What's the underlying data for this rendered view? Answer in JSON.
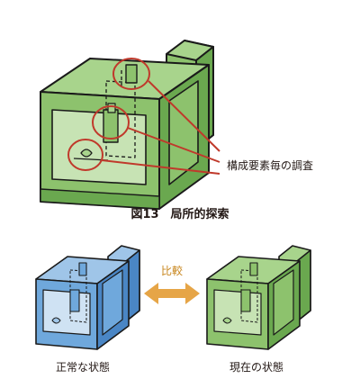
{
  "figure": {
    "caption": "図13　局所的探索",
    "top_diagram": {
      "callout_label": "構成要素毎の調査"
    },
    "bottom_diagram": {
      "compare_label": "比較",
      "left_label": "正常な状態",
      "right_label": "現在の状態"
    }
  },
  "colors": {
    "machine_green": "#8dc26d",
    "machine_green_dark": "#6aa84f",
    "machine_blue": "#6fa8dc",
    "machine_blue_dark": "#4a86c5",
    "outline": "#1a1a1a",
    "callout_red": "#c0392b",
    "arrow_orange": "#e6a547",
    "compare_text": "#c8871f"
  }
}
